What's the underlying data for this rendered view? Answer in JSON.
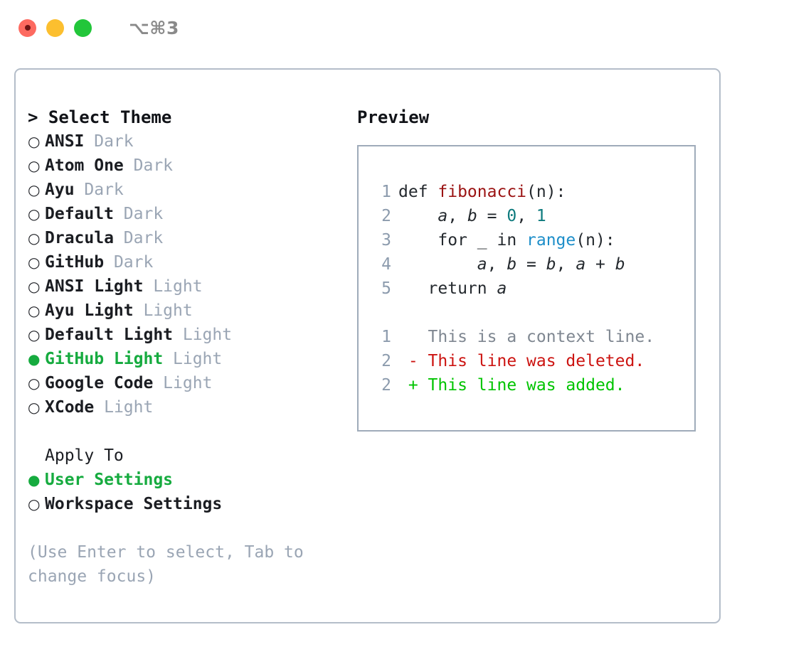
{
  "titlebar": {
    "shortcut": "⌥⌘3",
    "buttons": [
      {
        "name": "close",
        "color": "#fd6a60"
      },
      {
        "name": "minimize",
        "color": "#fcbf2f"
      },
      {
        "name": "maximize",
        "color": "#22c63a"
      }
    ]
  },
  "colors": {
    "accent_green": "#16ab3f",
    "muted": "#9aa5b4",
    "text": "#1b1d22",
    "border": "#b4bdc9",
    "preview_border": "#9fabba",
    "diff_add": "#00c400",
    "diff_del": "#cc1411",
    "diff_ctx": "#7f8791",
    "token_function": "#9b1313",
    "token_number": "#0d7a7d",
    "token_call": "#1d8ec9",
    "lineno": "#8c9bad"
  },
  "theme_picker": {
    "caret": ">",
    "title": "Select Theme",
    "bullet_off": "○",
    "bullet_on": "●",
    "items": [
      {
        "label": "ANSI",
        "suffix": "Dark",
        "selected": false
      },
      {
        "label": "Atom One",
        "suffix": "Dark",
        "selected": false
      },
      {
        "label": "Ayu",
        "suffix": "Dark",
        "selected": false
      },
      {
        "label": "Default",
        "suffix": "Dark",
        "selected": false
      },
      {
        "label": "Dracula",
        "suffix": "Dark",
        "selected": false
      },
      {
        "label": "GitHub",
        "suffix": "Dark",
        "selected": false
      },
      {
        "label": "ANSI Light",
        "suffix": "Light",
        "selected": false
      },
      {
        "label": "Ayu Light",
        "suffix": "Light",
        "selected": false
      },
      {
        "label": "Default Light",
        "suffix": "Light",
        "selected": false
      },
      {
        "label": "GitHub Light",
        "suffix": "Light",
        "selected": true
      },
      {
        "label": "Google Code",
        "suffix": "Light",
        "selected": false
      },
      {
        "label": "XCode",
        "suffix": "Light",
        "selected": false
      }
    ]
  },
  "apply_to": {
    "title": "Apply To",
    "items": [
      {
        "label": "User Settings",
        "selected": true
      },
      {
        "label": "Workspace Settings",
        "selected": false
      }
    ]
  },
  "hint": "(Use Enter to select, Tab to change focus)",
  "preview": {
    "title": "Preview",
    "code_lines": [
      {
        "number": "1",
        "tokens": [
          {
            "text": "def ",
            "kind": "plain"
          },
          {
            "text": "fibonacci",
            "kind": "function"
          },
          {
            "text": "(n):",
            "kind": "plain"
          }
        ]
      },
      {
        "number": "2",
        "tokens": [
          {
            "text": "    ",
            "kind": "plain"
          },
          {
            "text": "a",
            "kind": "var"
          },
          {
            "text": ", ",
            "kind": "plain"
          },
          {
            "text": "b",
            "kind": "var"
          },
          {
            "text": " = ",
            "kind": "plain"
          },
          {
            "text": "0",
            "kind": "number"
          },
          {
            "text": ", ",
            "kind": "plain"
          },
          {
            "text": "1",
            "kind": "number"
          }
        ]
      },
      {
        "number": "3",
        "tokens": [
          {
            "text": "    for _ in ",
            "kind": "plain"
          },
          {
            "text": "range",
            "kind": "call"
          },
          {
            "text": "(n):",
            "kind": "plain"
          }
        ]
      },
      {
        "number": "4",
        "tokens": [
          {
            "text": "        ",
            "kind": "plain"
          },
          {
            "text": "a",
            "kind": "var"
          },
          {
            "text": ", ",
            "kind": "plain"
          },
          {
            "text": "b",
            "kind": "var"
          },
          {
            "text": " = ",
            "kind": "plain"
          },
          {
            "text": "b",
            "kind": "var"
          },
          {
            "text": ", ",
            "kind": "plain"
          },
          {
            "text": "a",
            "kind": "var"
          },
          {
            "text": " + ",
            "kind": "plain"
          },
          {
            "text": "b",
            "kind": "var"
          }
        ]
      },
      {
        "number": "5",
        "tokens": [
          {
            "text": "   return ",
            "kind": "plain"
          },
          {
            "text": "a",
            "kind": "var"
          }
        ]
      }
    ],
    "diff_lines": [
      {
        "number": "1",
        "marker": " ",
        "text": " This is a context line.",
        "kind": "context"
      },
      {
        "number": "2",
        "marker": "-",
        "text": " This line was deleted.",
        "kind": "deleted"
      },
      {
        "number": "2",
        "marker": "+",
        "text": " This line was added.",
        "kind": "added"
      }
    ]
  }
}
